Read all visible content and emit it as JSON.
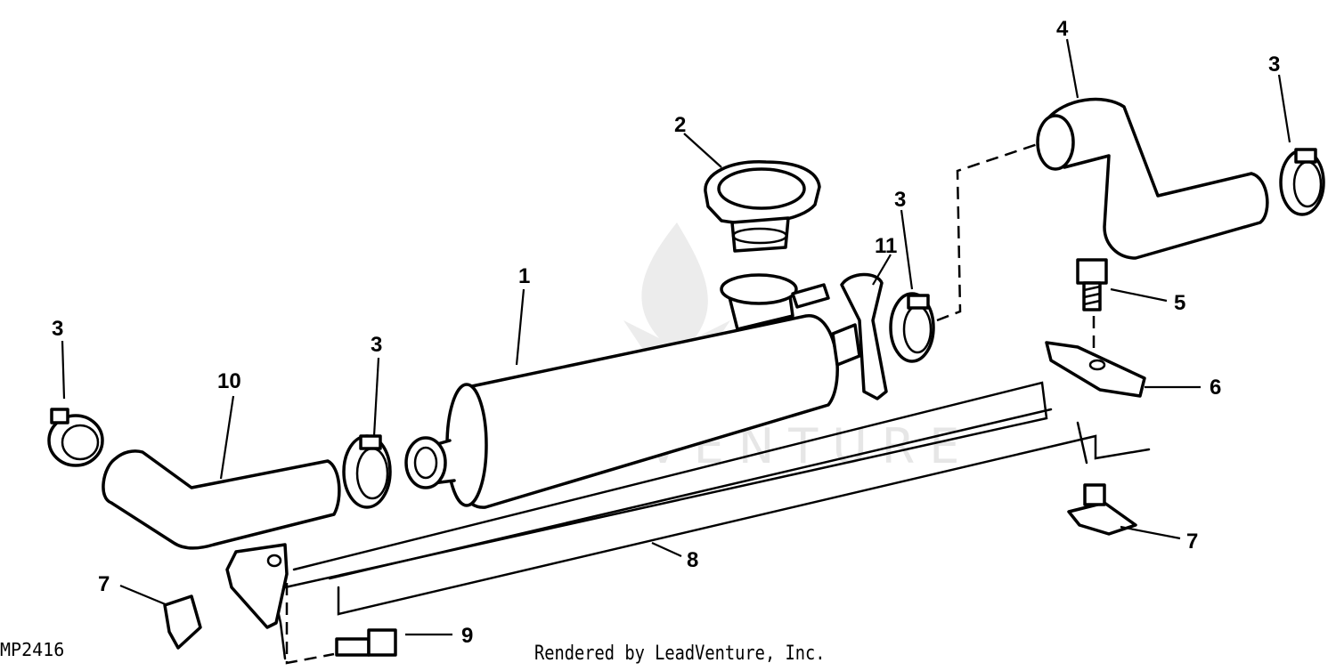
{
  "watermark": "LEADVENTURE",
  "figure_code": "MP2416",
  "credit": "Rendered by LeadVenture, Inc.",
  "callouts": {
    "tank": "1",
    "cap": "2",
    "clamp_a": "3",
    "clamp_b": "3",
    "clamp_c": "3",
    "clamp_d": "3",
    "upper_hose": "4",
    "bolt": "5",
    "bracket": "6",
    "clip_left": "7",
    "clip_right": "7",
    "support_rod": "8",
    "bolt_small": "9",
    "lower_hose": "10",
    "tank_bracket": "11"
  }
}
